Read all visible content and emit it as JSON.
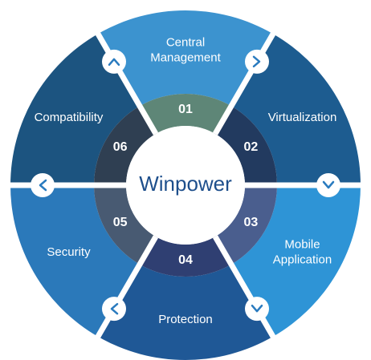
{
  "center": {
    "title": "Winpower"
  },
  "segments": [
    {
      "number": "01",
      "label": [
        "Central",
        "Management"
      ],
      "outer_color": "#3c93cf",
      "inner_color": "#5e8677"
    },
    {
      "number": "02",
      "label": [
        "Virtualization"
      ],
      "outer_color": "#1d5c90",
      "inner_color": "#223a5f"
    },
    {
      "number": "03",
      "label": [
        "Mobile",
        "Application"
      ],
      "outer_color": "#2e94d6",
      "inner_color": "#4a5e8e"
    },
    {
      "number": "04",
      "label": [
        "Protection"
      ],
      "outer_color": "#1f5896",
      "inner_color": "#2f3f72"
    },
    {
      "number": "05",
      "label": [
        "Security"
      ],
      "outer_color": "#2b79ba",
      "inner_color": "#485a72"
    },
    {
      "number": "06",
      "label": [
        "Compatibility"
      ],
      "outer_color": "#1c5480",
      "inner_color": "#2f3f52"
    }
  ],
  "connectors": [
    {
      "icon": "chevron-right-icon"
    },
    {
      "icon": "chevron-down-icon"
    },
    {
      "icon": "chevron-down-icon"
    },
    {
      "icon": "chevron-left-icon"
    },
    {
      "icon": "chevron-left-icon"
    },
    {
      "icon": "chevron-up-icon"
    }
  ],
  "colors": {
    "center_text": "#1e4f8c",
    "chevron": "#2a7bbf",
    "separator": "#ffffff"
  }
}
